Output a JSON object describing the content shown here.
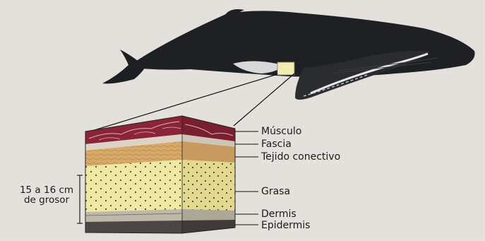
{
  "diagram": {
    "layers": [
      {
        "name": "Músculo",
        "color": "#8b2436"
      },
      {
        "name": "Fascia",
        "color": "#dcd3c4"
      },
      {
        "name": "Tejido conectivo",
        "color": "#d7aa6c"
      },
      {
        "name": "Grasa",
        "color": "#efe7a4"
      },
      {
        "name": "Dermis",
        "color": "#bdb8a8"
      },
      {
        "name": "Epidermis",
        "color": "#4a4744"
      }
    ],
    "thickness": {
      "line1": "15 a 16 cm",
      "line2": "de grosor"
    }
  }
}
